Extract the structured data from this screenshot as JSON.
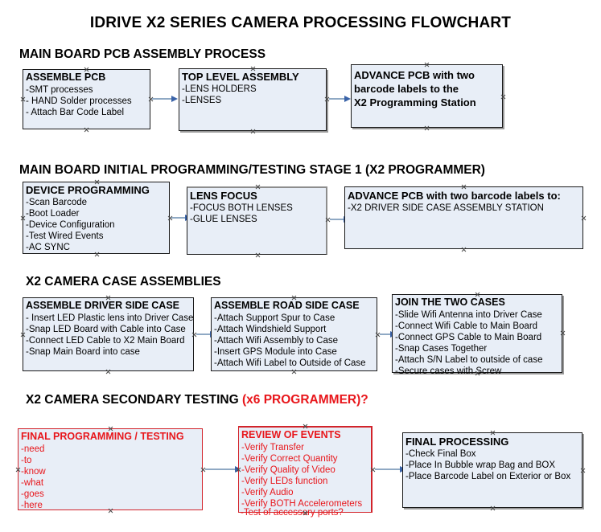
{
  "document": {
    "title": "IDRIVE X2  SERIES CAMERA PROCESSING FLOWCHART"
  },
  "sections": [
    {
      "id": "pcb-assembly",
      "heading": "MAIN BOARD PCB ASSEMBLY PROCESS",
      "heading_accent": "",
      "boxes": [
        {
          "id": "assemble-pcb",
          "title": "ASSEMBLE PCB",
          "lines": [
            "-SMT processes",
            "- HAND Solder processes",
            "- Attach Bar Code Label"
          ]
        },
        {
          "id": "top-level-assembly",
          "title": "TOP LEVEL ASSEMBLY",
          "lines": [
            "-LENS HOLDERS",
            "-LENSES"
          ]
        },
        {
          "id": "advance-pcb-programming-station",
          "title": "ADVANCE PCB with two",
          "title_line2": "barcode labels to the",
          "title_line3": " X2 Programming Station",
          "lines": []
        }
      ]
    },
    {
      "id": "initial-programming",
      "heading": "MAIN BOARD INITIAL PROGRAMMING/TESTING STAGE 1 (X2 PROGRAMMER)",
      "heading_accent": "",
      "boxes": [
        {
          "id": "device-programming",
          "title": "DEVICE PROGRAMMING",
          "lines": [
            "-Scan Barcode",
            "-Boot Loader",
            "-Device Configuration",
            "-Test Wired Events",
            "-AC SYNC"
          ]
        },
        {
          "id": "lens-focus",
          "title": "LENS FOCUS",
          "lines": [
            "-FOCUS BOTH LENSES",
            "-GLUE LENSES"
          ]
        },
        {
          "id": "advance-pcb-driver-side",
          "title": "ADVANCE PCB with two barcode labels to:",
          "lines": [
            "-X2 DRIVER  SIDE  CASE  ASSEMBLY STATION"
          ]
        }
      ]
    },
    {
      "id": "case-assemblies",
      "heading": "X2 CAMERA CASE ASSEMBLIES",
      "heading_accent": "",
      "boxes": [
        {
          "id": "assemble-driver-side-case",
          "title": "ASSEMBLE DRIVER SIDE CASE",
          "lines": [
            "- Insert LED Plastic lens into Driver Case",
            "-Snap LED Board with Cable into Case",
            "-Connect LED Cable to X2 Main Board",
            "-Snap Main Board into case"
          ]
        },
        {
          "id": "assemble-road-side-case",
          "title": "ASSEMBLE ROAD SIDE CASE",
          "lines": [
            "-Attach Support Spur to Case",
            "-Attach Windshield Support",
            "-Attach Wifi Assembly to Case",
            "-Insert GPS Module into Case",
            "-Attach Wifi Label to Outside of Case"
          ]
        },
        {
          "id": "join-the-two-cases",
          "title": "JOIN THE TWO CASES",
          "lines": [
            "-Slide Wifi Antenna into Driver Case",
            "-Connect Wifi Cable to Main Board",
            "-Connect GPS Cable to Main Board",
            "-Snap Cases Together",
            "-Attach S/N Label to outside of case",
            "-Secure cases with Screw"
          ]
        }
      ]
    },
    {
      "id": "secondary-testing",
      "heading": "X2 CAMERA SECONDARY TESTING ",
      "heading_accent": "(x6 PROGRAMMER)?",
      "boxes": [
        {
          "id": "final-programming-testing",
          "title": "FINAL PROGRAMMING / TESTING",
          "lines": [
            "-need",
            "-to",
            "-know",
            "-what",
            "-goes",
            "-here"
          ]
        },
        {
          "id": "review-of-events",
          "title": "REVIEW OF EVENTS",
          "lines": [
            "-Verify Transfer",
            "-Verify Correct Quantity",
            "-Verify Quality of Video",
            "-Verify LEDs function",
            "-Verify Audio",
            "-Verify BOTH Accelerometers"
          ],
          "overflow_line": "-Test of accessory ports?"
        },
        {
          "id": "final-processing",
          "title": "FINAL PROCESSING",
          "lines": [
            " -Check Final Box",
            "-Place In Bubble wrap Bag and BOX",
            "-Place Barcode Label on Exterior or Box"
          ]
        }
      ]
    }
  ],
  "colors": {
    "box_fill": "#e8eef7",
    "box_border": "#1a1a1a",
    "red_accent": "#e8161b",
    "red_border": "#d2232a",
    "connector_line": "#8fa9c4",
    "connector_head": "#3a63a8",
    "gray_border": "#8d8d8d"
  }
}
